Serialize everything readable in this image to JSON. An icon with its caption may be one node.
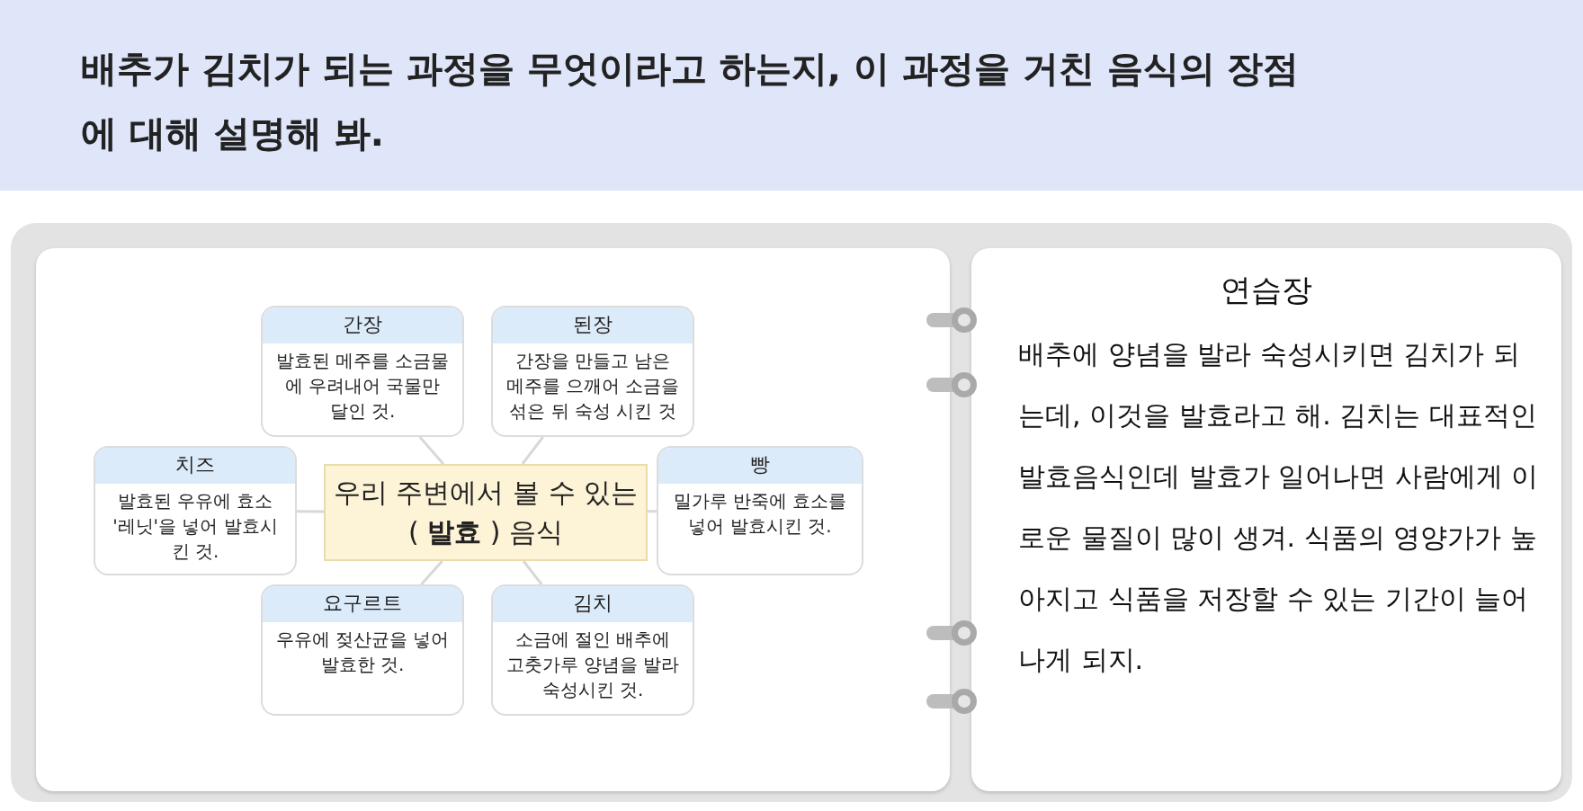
{
  "diagram": {
    "title": "배추가 김치가 되는 과정을 무엇이라고 하는지, 이 과정을 거친 음식의 장점에 대해 설명해 봐.",
    "nodes": [
      {
        "text": [
          "우리 주변에서 볼 수 있는 ( **발효** ) 음식"
        ]
      },
      {
        "text": [
          "간장",
          "발효된 메주를 소금물에 우려내어 국물만 달인 것."
        ]
      },
      {
        "text": [
          "된장",
          "간장을 만들고 남은 메주를 으깨어 소금을 섞은 뒤 숙성 시킨 것"
        ]
      },
      {
        "text": [
          "치즈",
          "발효된 우유에 효소 '레닛'을 넣어 발효시킨 것."
        ]
      },
      {
        "text": [
          "빵",
          "밀가루 반죽에 효소를 넣어 발효시킨 것."
        ]
      },
      {
        "text": [
          "요구르트",
          "우유에 젖산균을 넣어 발효한 것."
        ]
      },
      {
        "text": [
          "김치",
          "소금에 절인 배추에 고춧가루 양념을 발라 숙성시킨 것."
        ]
      },
      {
        "text": [
          "연습장",
          "배추에 양념을 발라 숙성시키면 김치가 되는데, 이것을 발효라고 해. 김치는 대표적인 발효음식인데 발효가 일어나면 사람에게 이로운 물질이 많이 생겨. 식품의 영양가가 높아지고 식품을 저장할 수 있는 기간이 늘어나게 되지."
        ]
      }
    ],
    "edges": [
      {
        "from": 0,
        "to": 1,
        "arrow": "none"
      },
      {
        "from": 0,
        "to": 2,
        "arrow": "none"
      },
      {
        "from": 0,
        "to": 3,
        "arrow": "none"
      },
      {
        "from": 0,
        "to": 4,
        "arrow": "none"
      },
      {
        "from": 0,
        "to": 5,
        "arrow": "none"
      },
      {
        "from": 0,
        "to": 6,
        "arrow": "none"
      }
    ]
  }
}
